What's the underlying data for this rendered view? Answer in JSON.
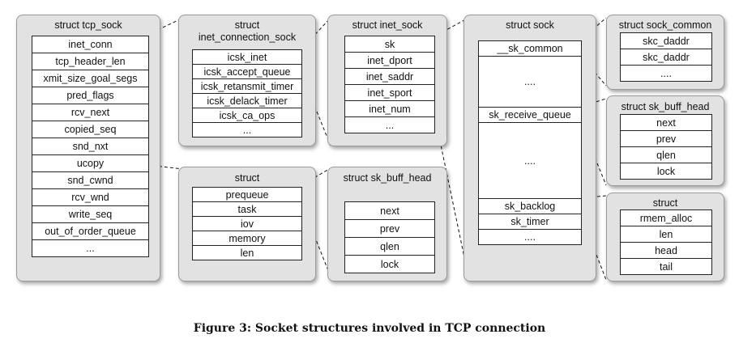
{
  "panels": [
    {
      "title": "struct tcp_sock",
      "fields": [
        "inet_conn",
        "tcp_header_len",
        "xmit_size_goal_segs",
        "pred_flags",
        "rcv_next",
        "copied_seq",
        "snd_nxt",
        "ucopy",
        "snd_cwnd",
        "rcv_wnd",
        "write_seq",
        "out_of_order_queue",
        "..."
      ]
    },
    {
      "title": "struct\ninet_connection_sock",
      "fields": [
        "icsk_inet",
        "icsk_accept_queue",
        "icsk_retansmit_timer",
        "icsk_delack_timer",
        "icsk_ca_ops",
        "..."
      ]
    },
    {
      "title": "struct inet_sock",
      "fields": [
        "sk",
        "inet_dport",
        "inet_saddr",
        "inet_sport",
        "inet_num",
        "..."
      ]
    },
    {
      "title": "struct",
      "fields": [
        "prequeue",
        "task",
        "iov",
        "memory",
        "len"
      ]
    },
    {
      "title": "struct sk_buff_head",
      "fields": [
        "next",
        "prev",
        "qlen",
        "lock"
      ]
    },
    {
      "title": "struct sock",
      "fields": [
        "__sk_common",
        "....",
        "sk_receive_queue",
        "....",
        "sk_backlog",
        "sk_timer",
        "...."
      ]
    },
    {
      "title": "struct sock_common",
      "fields": [
        "skc_daddr",
        "skc_daddr",
        "...."
      ]
    },
    {
      "title": "struct sk_buff_head",
      "fields": [
        "next",
        "prev",
        "qlen",
        "lock"
      ]
    },
    {
      "title": "struct",
      "fields": [
        "rmem_alloc",
        "len",
        "head",
        "tail"
      ]
    }
  ],
  "caption": "Figure 3: Socket structures involved in TCP connection"
}
